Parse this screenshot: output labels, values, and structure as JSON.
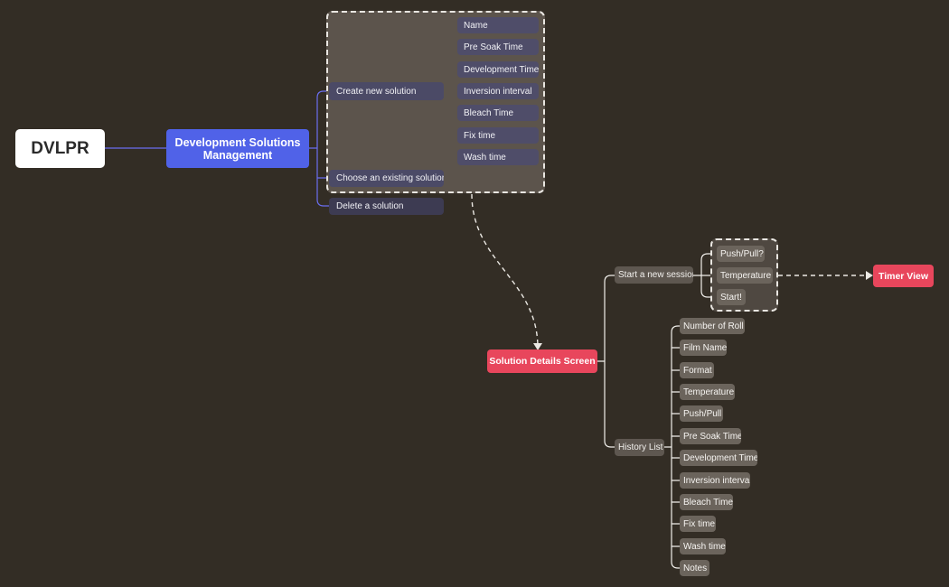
{
  "root": {
    "label": "DVLPR"
  },
  "main_topic": {
    "label": "Development Solutions Management"
  },
  "management_branches": [
    {
      "label": "Create new solution"
    },
    {
      "label": "Choose an existing solution"
    },
    {
      "label": "Delete a solution"
    }
  ],
  "solution_fields": [
    {
      "label": "Name"
    },
    {
      "label": "Pre Soak Time"
    },
    {
      "label": "Development Time"
    },
    {
      "label": "Inversion interval"
    },
    {
      "label": "Bleach Time"
    },
    {
      "label": "Fix time"
    },
    {
      "label": "Wash time"
    }
  ],
  "details_screen": {
    "label": "Solution Details Screen"
  },
  "details_branches": [
    {
      "label": "Start a new session"
    },
    {
      "label": "History List"
    }
  ],
  "session_options": [
    {
      "label": "Push/Pull?"
    },
    {
      "label": "Temperature"
    },
    {
      "label": "Start!"
    }
  ],
  "timer_view": {
    "label": "Timer View"
  },
  "history_fields": [
    {
      "label": "Number of Roll"
    },
    {
      "label": "Film Name"
    },
    {
      "label": "Format"
    },
    {
      "label": "Temperature"
    },
    {
      "label": "Push/Pull"
    },
    {
      "label": "Pre Soak Time"
    },
    {
      "label": "Development Time"
    },
    {
      "label": "Inversion interval"
    },
    {
      "label": "Bleach Time"
    },
    {
      "label": "Fix time"
    },
    {
      "label": "Wash time"
    },
    {
      "label": "Notes"
    }
  ],
  "colors": {
    "background": "#332d25",
    "root_fill": "#ffffff",
    "main_fill": "#5062e8",
    "accent_red": "#e8465c",
    "blue_connector": "#6a6ef0",
    "white_connector": "#f2f0ec"
  }
}
